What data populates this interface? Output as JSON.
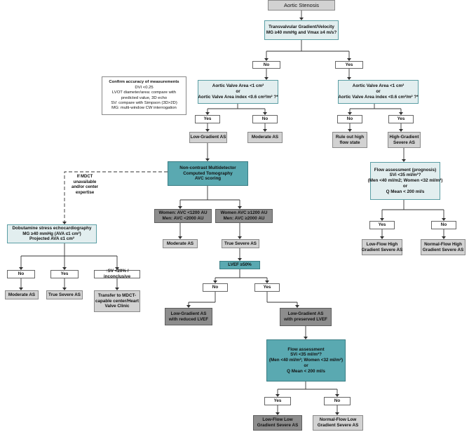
{
  "title": "Aortic Stenosis",
  "gradient": [
    "Transvalvular Gradient/Velocity",
    "MG ≥40 mmHg and Vmax ≥4 m/s?"
  ],
  "no": "No",
  "yes": "Yes",
  "ava": [
    "Aortic Valve Area <1 cm²",
    "or",
    "Aortic Valve Area index <0.6 cm²/m² ?*"
  ],
  "confirm": {
    "header": "Confirm accuracy of measurements",
    "lines": [
      "DVI <0.25",
      "LVOT diameter/area: compare with",
      "predicted value, 3D echo",
      "SV: compare with Simpson (3D>2D)",
      "MG: multi-window CW interrogation"
    ]
  },
  "low_gradient_as": "Low-Gradient AS",
  "moderate_as": "Moderate AS",
  "rule_out": [
    "Rule out high",
    "flow state"
  ],
  "high_gradient": [
    "High-Gradient",
    "Severe AS"
  ],
  "mdct": [
    "Non-contrast Multidetector",
    "Computed Tomography",
    "AVC scoring"
  ],
  "mdct_label": [
    "If MDCT",
    "unavailable",
    "and/or center",
    "expertise"
  ],
  "flow_prognosis": [
    "Flow assessment (prognosis)",
    "SVi <35 ml/m²?",
    "(Men <40 ml/m2; Women <32 ml/m²)",
    "or",
    "Q Mean < 200 ml/s"
  ],
  "avc_low": [
    "Women: AVC <1200 AU",
    "Men: AVC <2000 AU"
  ],
  "avc_high": [
    "Women AVC ≥1200 AU",
    "Men: AVC ≥2000 AU"
  ],
  "dse": [
    "Dobutamine stress echocardiography",
    "MG ≥40 mmHg (AVA ≤1 cm²)",
    "Projected AVA ≤1 cm²"
  ],
  "true_severe_as": "True Severe AS",
  "lff_high": [
    "Low-Flow High",
    "Gradient Severe AS"
  ],
  "nf_high": [
    "Normal-Flow High",
    "Gradient Severe AS"
  ],
  "lvef": "LVEF ≥50%",
  "sv_inconclusive": [
    "↑SV <20% /",
    "inconclusive"
  ],
  "transfer": [
    "Transfer to MDCT-",
    "capable center/Heart",
    "Valve Clinic"
  ],
  "lg_reduced": [
    "Low-Gradient AS",
    "with reduced LVEF"
  ],
  "lg_preserved": [
    "Low-Gradient AS",
    "with preserved LVEF"
  ],
  "flow2": [
    "Flow assessment",
    "SVi <35 ml/m²?",
    "(Men <40 ml/m²; Women <32 ml/m²)",
    "or",
    "Q Mean < 200 ml/s"
  ],
  "lf_low": [
    "Low-Flow Low",
    "Gradient Severe AS"
  ],
  "nf_low": [
    "Normal-Flow Low",
    "Gradient Severe AS"
  ]
}
